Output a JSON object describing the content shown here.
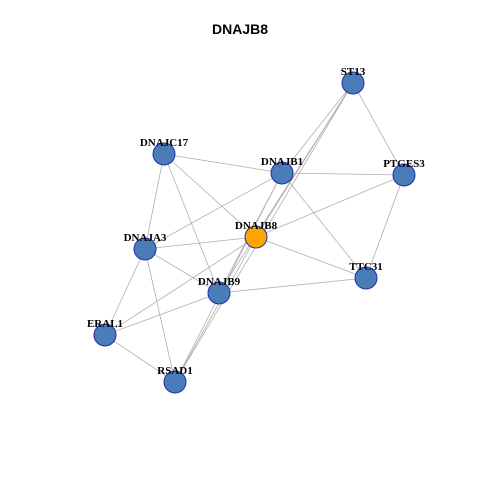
{
  "title": "DNAJB8",
  "colors": {
    "node_default": "#4A7DB8",
    "node_focus": "#FFA500",
    "node_border": "#1F2FB0",
    "edge": "#B0B0B0"
  },
  "nodes": [
    {
      "id": "ST13",
      "label": "ST13"
    },
    {
      "id": "DNAJC17",
      "label": "DNAJC17"
    },
    {
      "id": "DNAJB1",
      "label": "DNAJB1"
    },
    {
      "id": "PTGES3",
      "label": "PTGES3"
    },
    {
      "id": "DNAJB8",
      "label": "DNAJB8",
      "focus": true
    },
    {
      "id": "DNAJA3",
      "label": "DNAJA3"
    },
    {
      "id": "TTC31",
      "label": "TTC31"
    },
    {
      "id": "DNAJB9",
      "label": "DNAJB9"
    },
    {
      "id": "ERAL1",
      "label": "ERAL1"
    },
    {
      "id": "RSAD1",
      "label": "RSAD1"
    }
  ],
  "edges": [
    [
      "ST13",
      "PTGES3"
    ],
    [
      "ST13",
      "DNAJB1"
    ],
    [
      "ST13",
      "DNAJB8"
    ],
    [
      "ST13",
      "DNAJB9"
    ],
    [
      "ST13",
      "RSAD1"
    ],
    [
      "DNAJC17",
      "DNAJB1"
    ],
    [
      "DNAJC17",
      "DNAJB8"
    ],
    [
      "DNAJC17",
      "DNAJA3"
    ],
    [
      "DNAJC17",
      "DNAJB9"
    ],
    [
      "DNAJB1",
      "PTGES3"
    ],
    [
      "DNAJB1",
      "DNAJA3"
    ],
    [
      "DNAJB1",
      "TTC31"
    ],
    [
      "DNAJB1",
      "DNAJB9"
    ],
    [
      "DNAJB1",
      "RSAD1"
    ],
    [
      "PTGES3",
      "DNAJB8"
    ],
    [
      "PTGES3",
      "TTC31"
    ],
    [
      "DNAJB8",
      "DNAJA3"
    ],
    [
      "DNAJB8",
      "TTC31"
    ],
    [
      "DNAJB8",
      "ERAL1"
    ],
    [
      "DNAJB8",
      "RSAD1"
    ],
    [
      "DNAJA3",
      "DNAJB9"
    ],
    [
      "DNAJA3",
      "ERAL1"
    ],
    [
      "DNAJA3",
      "RSAD1"
    ],
    [
      "DNAJB9",
      "TTC31"
    ],
    [
      "DNAJB9",
      "ERAL1"
    ],
    [
      "ERAL1",
      "RSAD1"
    ]
  ]
}
